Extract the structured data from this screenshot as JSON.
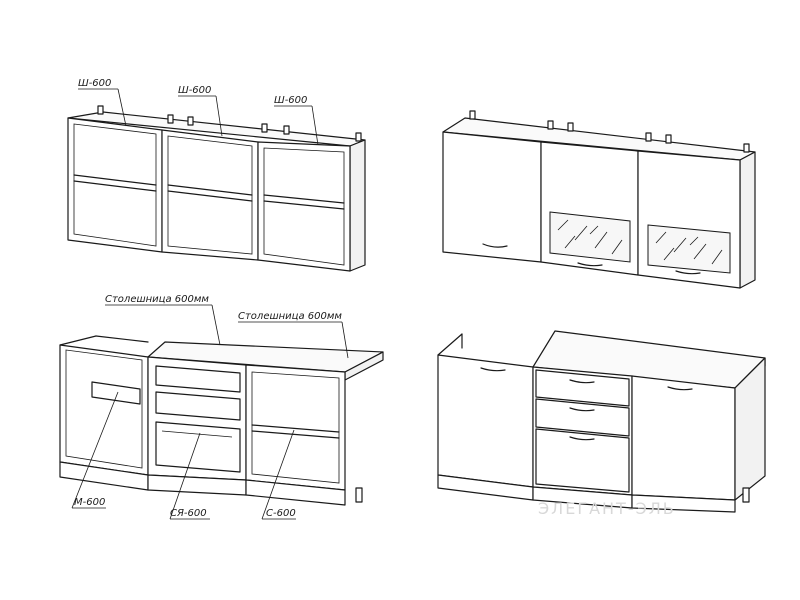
{
  "labels": {
    "wall_open_1": "Ш-600",
    "wall_open_2": "Ш-600",
    "wall_open_3": "Ш-600",
    "countertop_1": "Столешница 600мм",
    "countertop_2": "Столешница 600мм",
    "base_sink": "М-600",
    "base_drawers": "СЯ-600",
    "base_shelf": "С-600"
  },
  "watermark": "ЭЛЕГАНТ-ЭЛЬ"
}
